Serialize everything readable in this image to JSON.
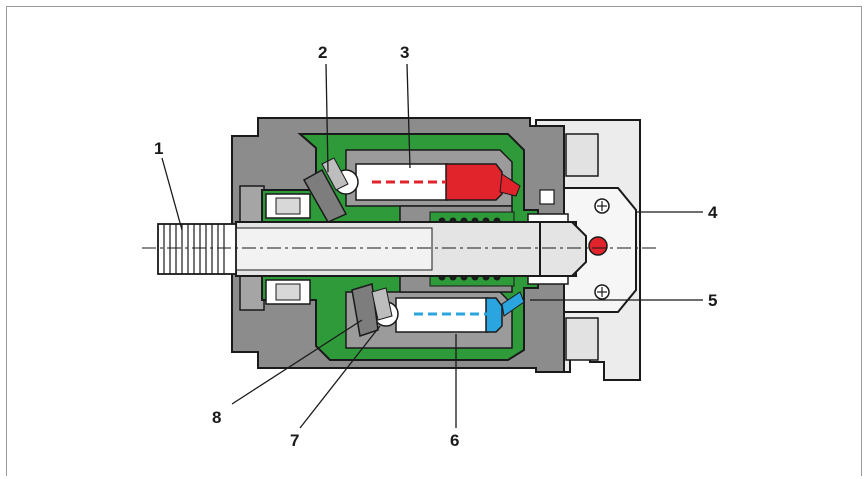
{
  "callouts": {
    "c1": "1",
    "c2": "2",
    "c3": "3",
    "c4": "4",
    "c5": "5",
    "c6": "6",
    "c7": "7",
    "c8": "8"
  },
  "colors": {
    "housing": "#8c8c8c",
    "housing_dark": "#5e5e5e",
    "green": "#2e9a3a",
    "red": "#e1232b",
    "blue": "#2aa5df",
    "steel": "#d8d8d8",
    "light": "#ededed",
    "outline": "#1a1a1a"
  }
}
